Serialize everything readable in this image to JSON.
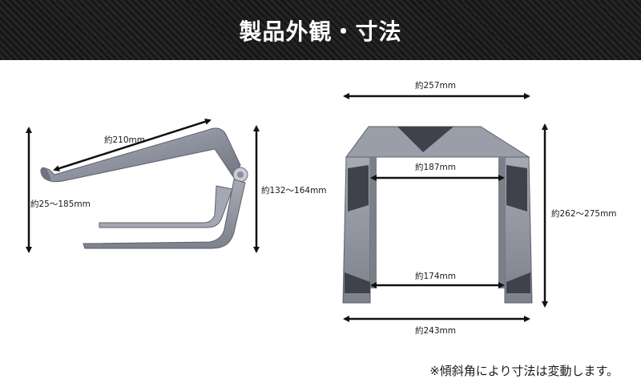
{
  "header": {
    "title": "製品外観・寸法"
  },
  "side_view": {
    "dims": {
      "width": "約210mm",
      "height": "約132〜164mm",
      "tilt_height": "約25〜185mm"
    }
  },
  "front_view": {
    "dims": {
      "top_width": "約257mm",
      "inner_top_width": "約187mm",
      "inner_bottom_width": "約174mm",
      "bottom_width": "約243mm",
      "height": "約262〜275mm"
    }
  },
  "footnote": "※傾斜角により寸法は変動します。"
}
